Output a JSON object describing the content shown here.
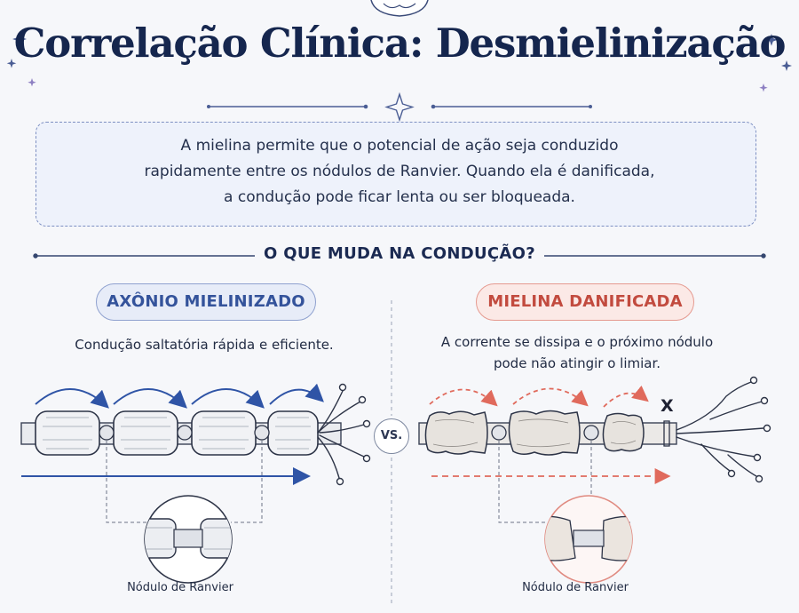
{
  "header": {
    "title": "Correlação Clínica: Desmielinização"
  },
  "intro": {
    "text": "A mielina permite que o potencial de ação seja conduzido rapidamente entre os nódulos de Ranvier. Quando ela é danificada, a condução pode ficar lenta ou ser bloqueada.",
    "icon": "neuron-icon"
  },
  "section": {
    "heading": "O QUE MUDA NA CONDUÇÃO?"
  },
  "comparison": {
    "vs_label": "VS.",
    "left": {
      "title": "AXÔNIO MIELINIZADO",
      "description": "Condução saltatória rápida e eficiente.",
      "caption": "Nódulo de Ranvier",
      "color": "#2f54a6"
    },
    "right": {
      "title": "MIELINA DANIFICADA",
      "description": "A corrente se dissipa e o próximo nódulo pode não atingir o limiar.",
      "block_mark": "X",
      "caption": "Nódulo de Ranvier",
      "color": "#df5b4c"
    }
  },
  "colors": {
    "navy": "#15264e",
    "healthy_blue": "#2f54a6",
    "damaged_red": "#df5b4c",
    "box_fill": "#eef2fb"
  }
}
